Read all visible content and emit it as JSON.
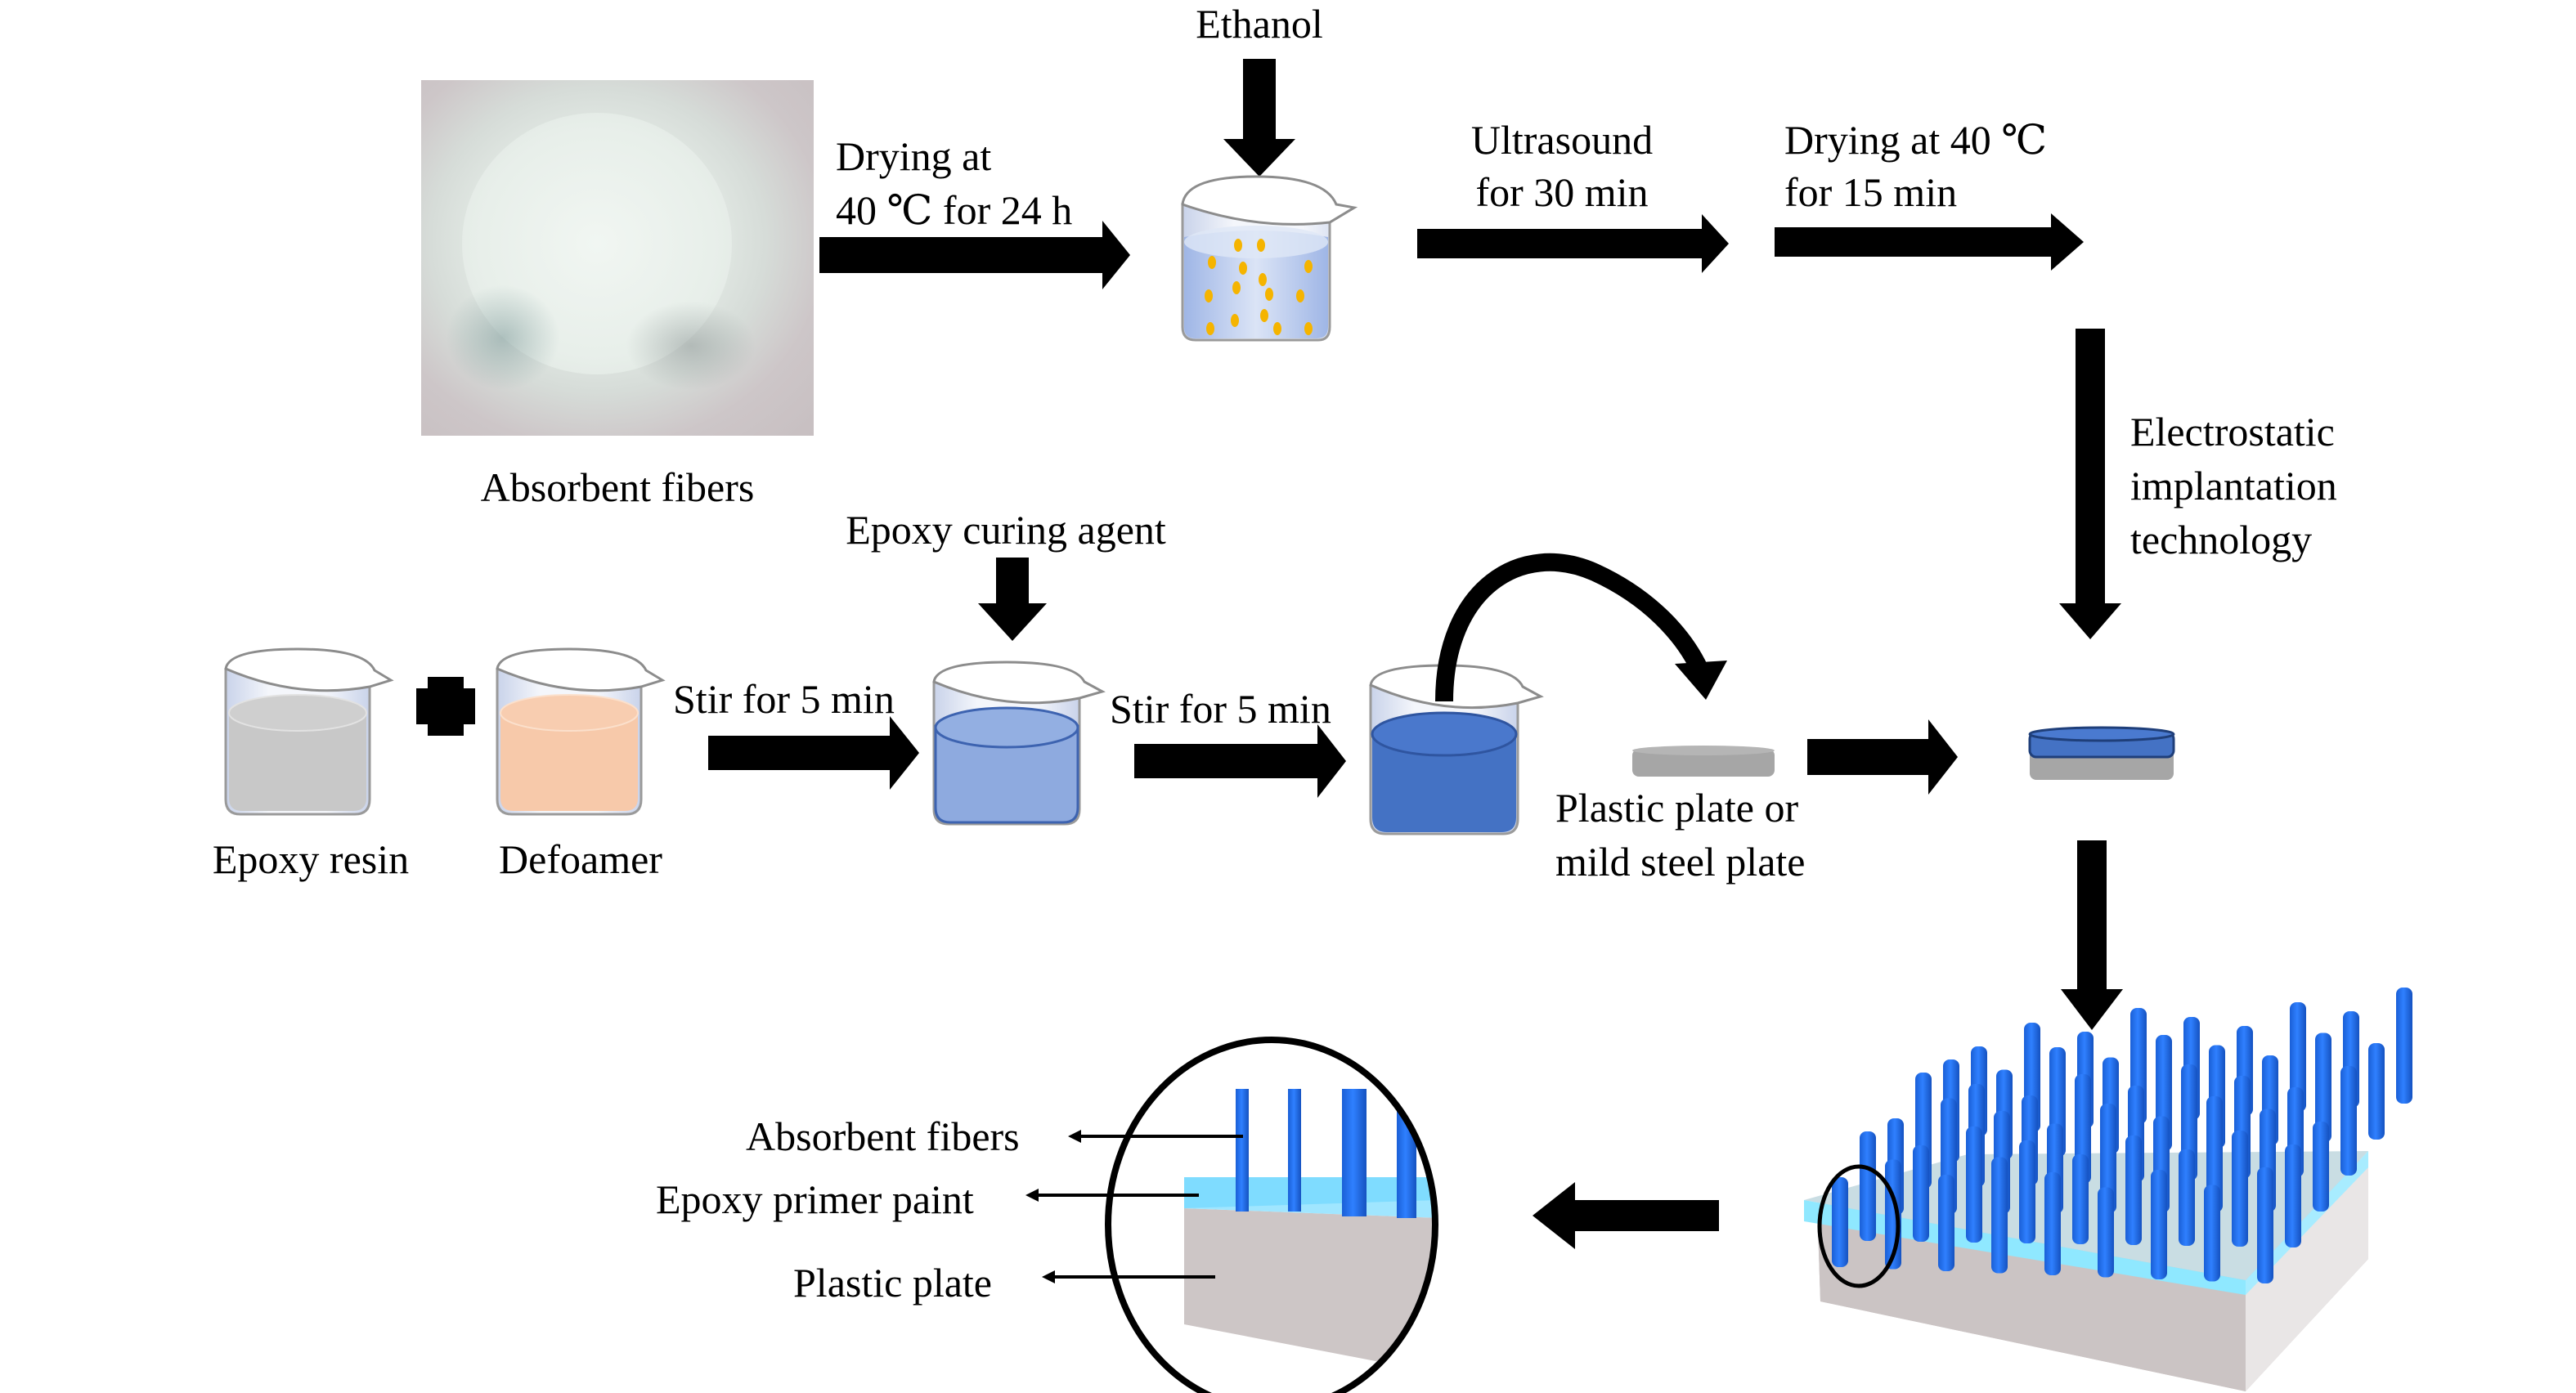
{
  "title": "Preparation process of absorbent-fiber epoxy coating",
  "colors": {
    "arrow": "#000000",
    "ethanol_liquid": "#c8d8f2",
    "particle": "#f5b400",
    "epoxy_resin_liquid": "#c8c8c8",
    "defoamer_liquid": "#f7c9aa",
    "mixture_light_blue": "#8eaadf",
    "mixture_dark_blue": "#4472c4",
    "plate_gray": "#a6a6a6",
    "primer_cyan": "#7fdcff",
    "fiber_blue": "#1f6ef0",
    "substrate": "#cdc6c6"
  },
  "row1": {
    "photo_label": "Absorbent fibers",
    "step1_line1": "Drying at",
    "step1_line2": "40 ℃ for 24 h",
    "ethanol_label": "Ethanol",
    "step2_line1": "Ultrasound",
    "step2_line2": "for 30 min",
    "step3_line1": "Drying at 40 ℃",
    "step3_line2": "for 15 min",
    "step4_line1": "Electrostatic",
    "step4_line2": "implantation",
    "step4_line3": "technology"
  },
  "row2": {
    "epoxy_resin_label": "Epoxy resin",
    "defoamer_label": "Defoamer",
    "stir1_label": "Stir for 5 min",
    "curing_agent_label": "Epoxy curing agent",
    "stir2_label": "Stir for 5 min",
    "plate_line1": "Plastic plate or",
    "plate_line2": "mild steel plate"
  },
  "row3": {
    "detail_labels": [
      "Absorbent fibers",
      "Epoxy primer paint",
      "Plastic plate"
    ]
  }
}
